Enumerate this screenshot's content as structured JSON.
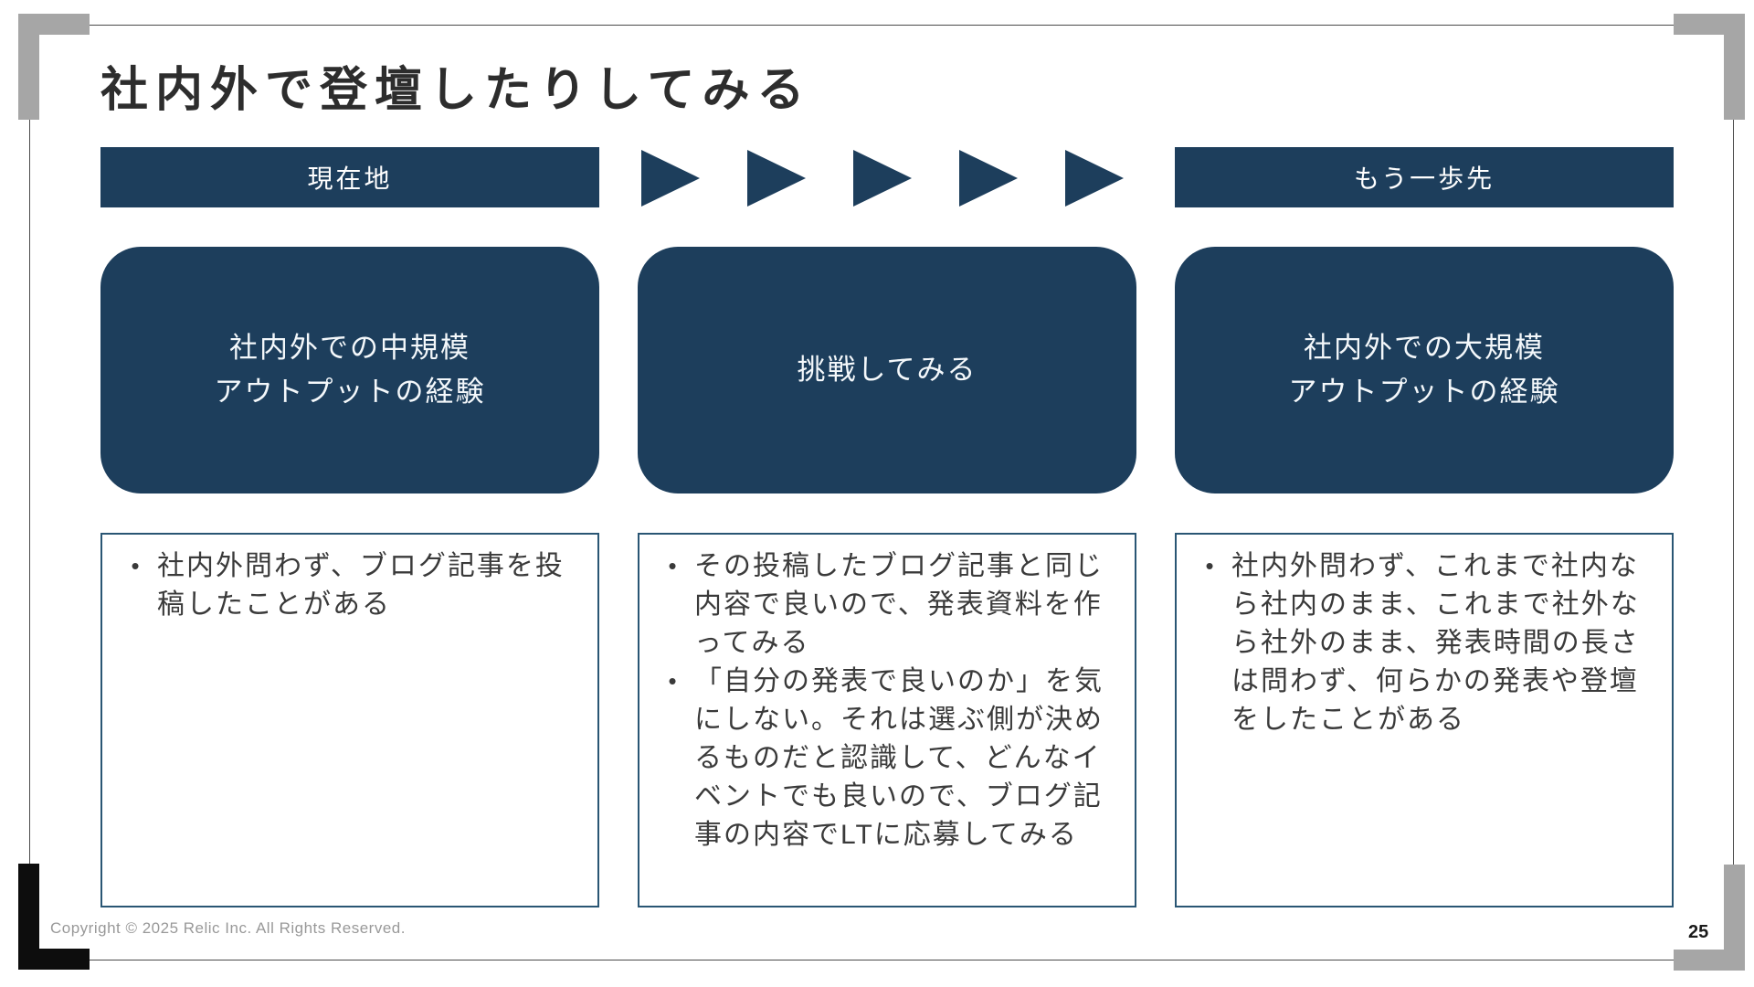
{
  "slide": {
    "title": "社内外で登壇したりしてみる",
    "page_number": "25",
    "footer_copyright": "Copyright © 2025 Relic Inc. All Rights Reserved."
  },
  "header": {
    "current_label": "現在地",
    "next_label": "もう一歩先",
    "arrow_count": 5
  },
  "columns": [
    {
      "stage_label": "社内外での中規模\nアウトプットの経験",
      "bullets": [
        "社内外問わず、ブログ記事を投稿したことがある"
      ]
    },
    {
      "stage_label": "挑戦してみる",
      "bullets": [
        "その投稿したブログ記事と同じ内容で良いので、発表資料を作ってみる",
        "「自分の発表で良いのか」を気にしない。それは選ぶ側が決めるものだと認識して、どんなイベントでも良いので、ブログ記事の内容でLTに応募してみる"
      ]
    },
    {
      "stage_label": "社内外での大規模\nアウトプットの経験",
      "bullets": [
        "社内外問わず、これまで社内なら社内のまま、これまで社外なら社外のまま、発表時間の長さは問わず、何らかの発表や登壇をしたことがある"
      ]
    }
  ],
  "glyphs": {
    "bullet": "•"
  },
  "colors": {
    "navy": "#1d3e5c",
    "detail_box_border": "#2a5674",
    "bracket_gray": "#a6a6a6",
    "bracket_black": "#0d0d0d",
    "frame_line": "#4b4b4b",
    "footer_gray": "#999999",
    "title_text": "#2d2d2d",
    "body_text": "#3a3a3a"
  }
}
